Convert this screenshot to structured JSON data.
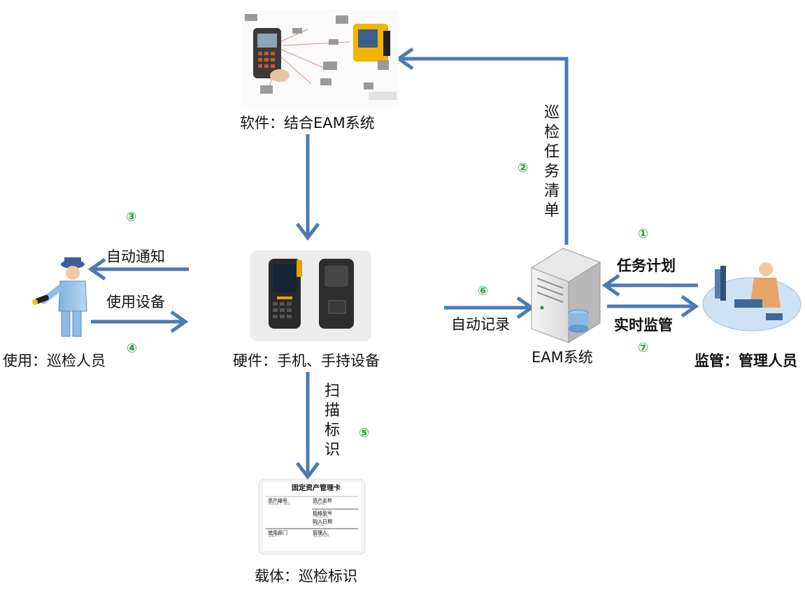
{
  "nodes": {
    "software": {
      "label": "软件：结合EAM系统"
    },
    "hardware": {
      "label": "硬件：手机、手持设备"
    },
    "eam": {
      "label": "EAM系统"
    },
    "user": {
      "label": "使用：巡检人员"
    },
    "manager": {
      "label": "监管：管理人员"
    },
    "carrier": {
      "label": "载体：巡检标识"
    }
  },
  "edges": {
    "task_list": {
      "label": "巡检任务清单",
      "step": "②"
    },
    "notify": {
      "label": "自动通知",
      "step": "③"
    },
    "use_device": {
      "label": "使用设备",
      "step": "④"
    },
    "scan": {
      "label": "扫描标识",
      "step": "⑤"
    },
    "record": {
      "label": "自动记录",
      "step": "⑥"
    },
    "plan": {
      "label": "任务计划",
      "step": "①"
    },
    "monitor": {
      "label": "实时监管",
      "step": "⑦"
    }
  },
  "card": {
    "title": "固定资产管理卡",
    "fields": [
      "资产编号",
      "资产名称",
      "规格型号",
      "购入日期",
      "使用部门",
      "管理人"
    ]
  },
  "colors": {
    "arrow": "#4a7ab4",
    "step": "#1ea832"
  }
}
